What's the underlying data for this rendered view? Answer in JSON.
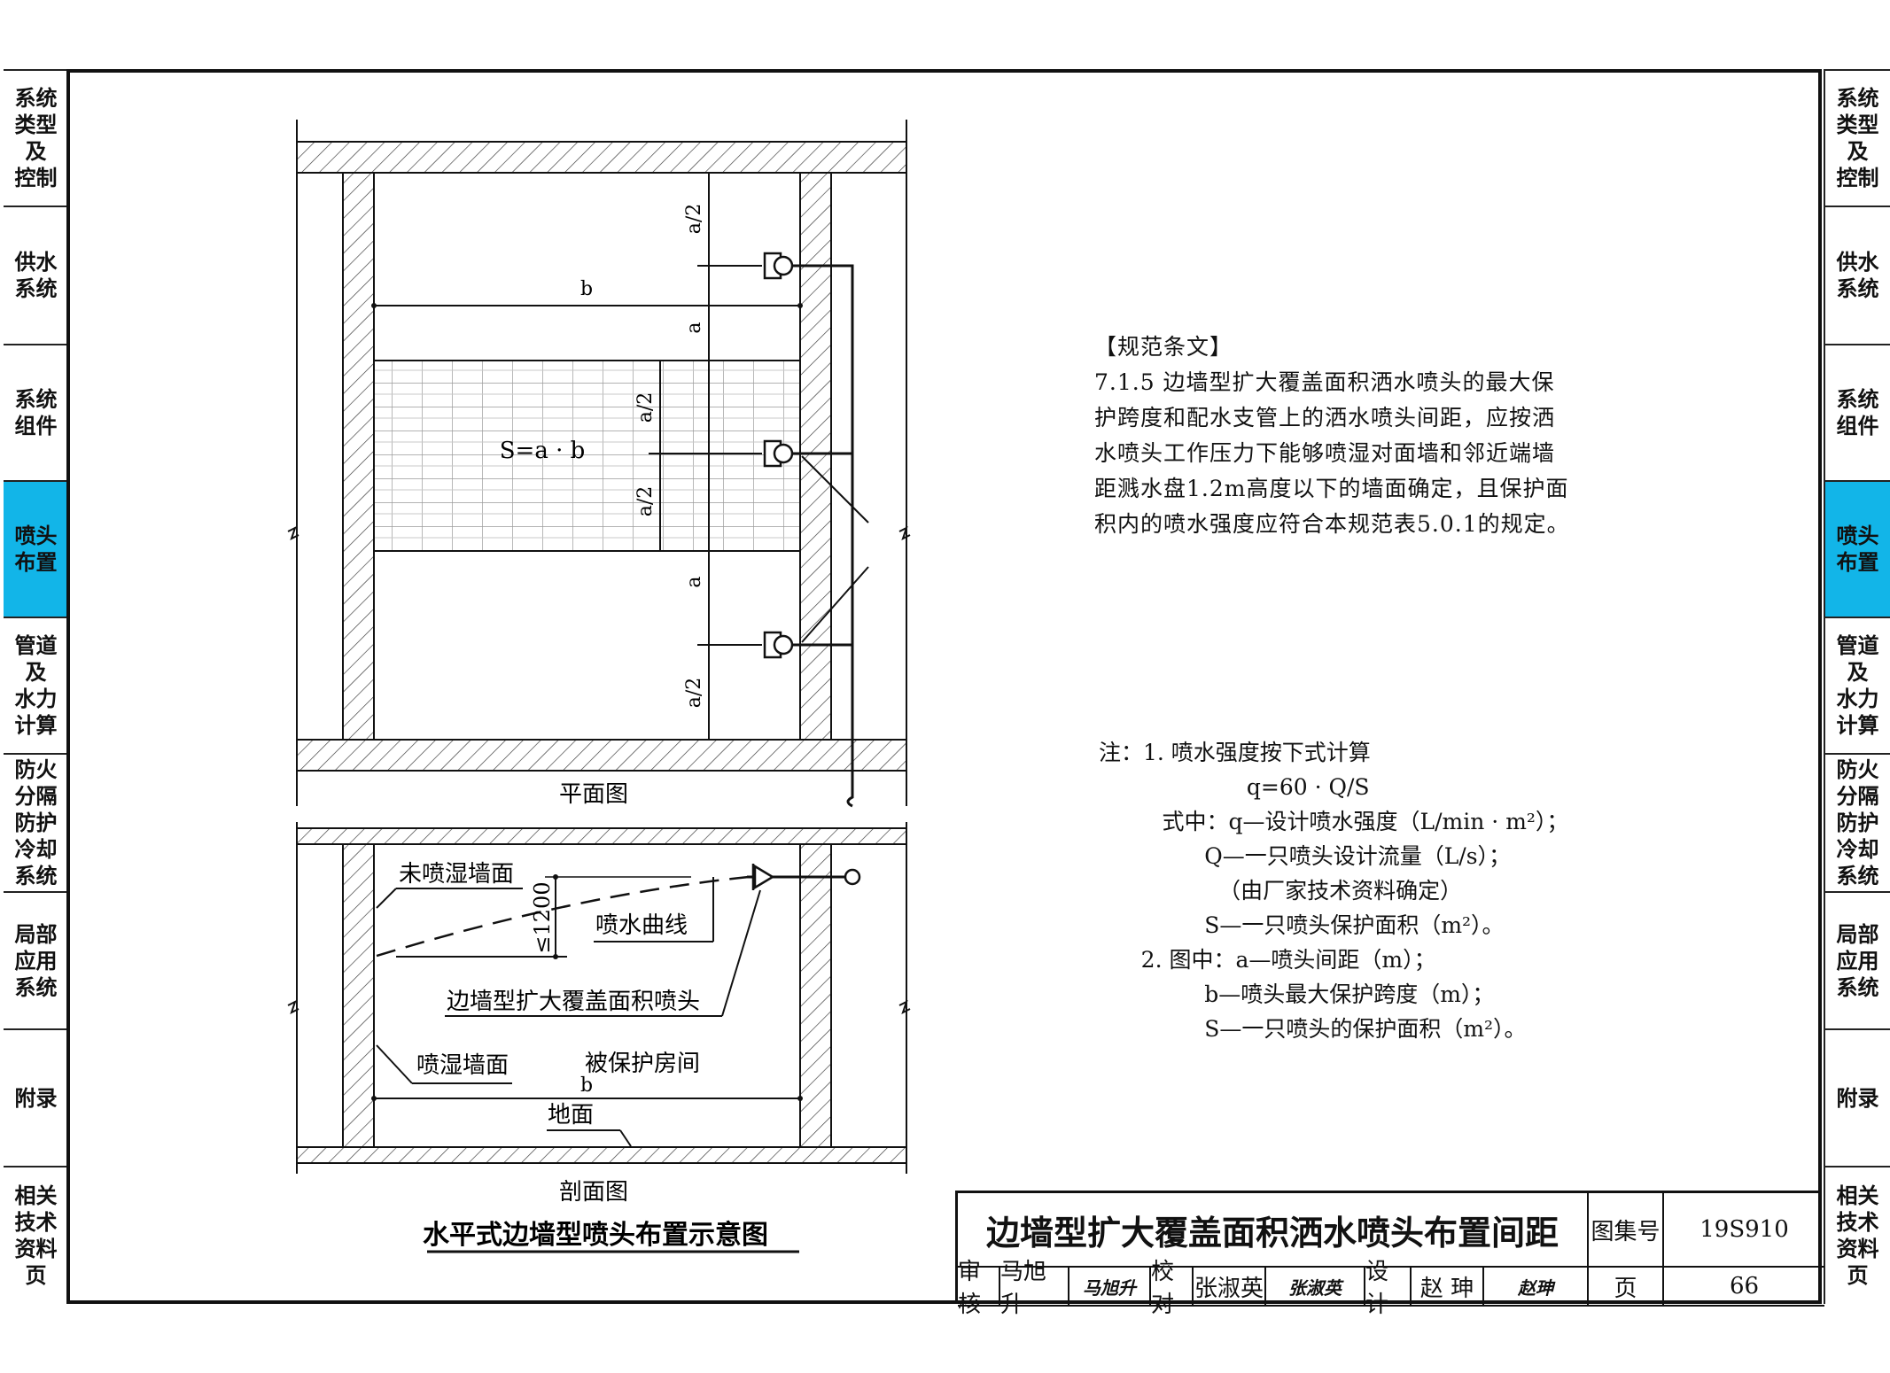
{
  "sidebar": {
    "items": [
      {
        "label": "系统\n类型\n及\n控制",
        "active": false
      },
      {
        "label": "供水\n系统",
        "active": false
      },
      {
        "label": "系统\n组件",
        "active": false
      },
      {
        "label": "喷头\n布置",
        "active": true
      },
      {
        "label": "管道\n及\n水力\n计算",
        "active": false
      },
      {
        "label": "防火\n分隔\n防护\n冷却\n系统",
        "active": false
      },
      {
        "label": "局部\n应用\n系统",
        "active": false
      },
      {
        "label": "附录",
        "active": false
      },
      {
        "label": "相关\n技术\n资料\n页",
        "active": false
      }
    ],
    "active_color": "#12b5e8"
  },
  "diagram": {
    "plan": {
      "dim_half_a": "a/2",
      "dim_a": "a",
      "dim_b": "b",
      "area_label": "S=a · b",
      "caption": "平面图"
    },
    "section": {
      "label_dry_wall": "未喷湿墙面",
      "label_height": "≤1200",
      "label_spray_curve": "喷水曲线",
      "label_sprinkler": "边墙型扩大覆盖面积喷头",
      "label_wet_wall": "喷湿墙面",
      "label_room": "被保护房间",
      "label_b": "b",
      "label_floor": "地面",
      "caption": "剖面图"
    },
    "figure_title": "水平式边墙型喷头布置示意图"
  },
  "spec": {
    "heading": "【规范条文】",
    "lines": [
      "7.1.5 边墙型扩大覆盖面积洒水喷头的最大保",
      "护跨度和配水支管上的洒水喷头间距，应按洒",
      "水喷头工作压力下能够喷湿对面墙和邻近端墙",
      "距溅水盘1.2m高度以下的墙面确定，且保护面",
      "积内的喷水强度应符合本规范表5.0.1的规定。"
    ]
  },
  "notes": {
    "lines": [
      "注：1. 喷水强度按下式计算",
      "                     q=60 · Q/S",
      "         式中：q—设计喷水强度（L/min · m²）；",
      "               Q—一只喷头设计流量（L/s）；",
      "                 （由厂家技术资料确定）",
      "               S—一只喷头保护面积（m²）。",
      "      2. 图中：a—喷头间距（m）；",
      "               b—喷头最大保护跨度（m）；",
      "               S—一只喷头的保护面积（m²）。"
    ]
  },
  "titleblock": {
    "title": "边墙型扩大覆盖面积洒水喷头布置间距",
    "atlas_label": "图集号",
    "atlas_no": "19S910",
    "page_label": "页",
    "page_no": "66",
    "review_label": "审核",
    "review_name": "马旭升",
    "review_sig": "马旭升",
    "check_label": "校对",
    "check_name": "张淑英",
    "check_sig": "张淑英",
    "design_label": "设计",
    "design_name": "赵 珅",
    "design_sig": "赵珅"
  }
}
